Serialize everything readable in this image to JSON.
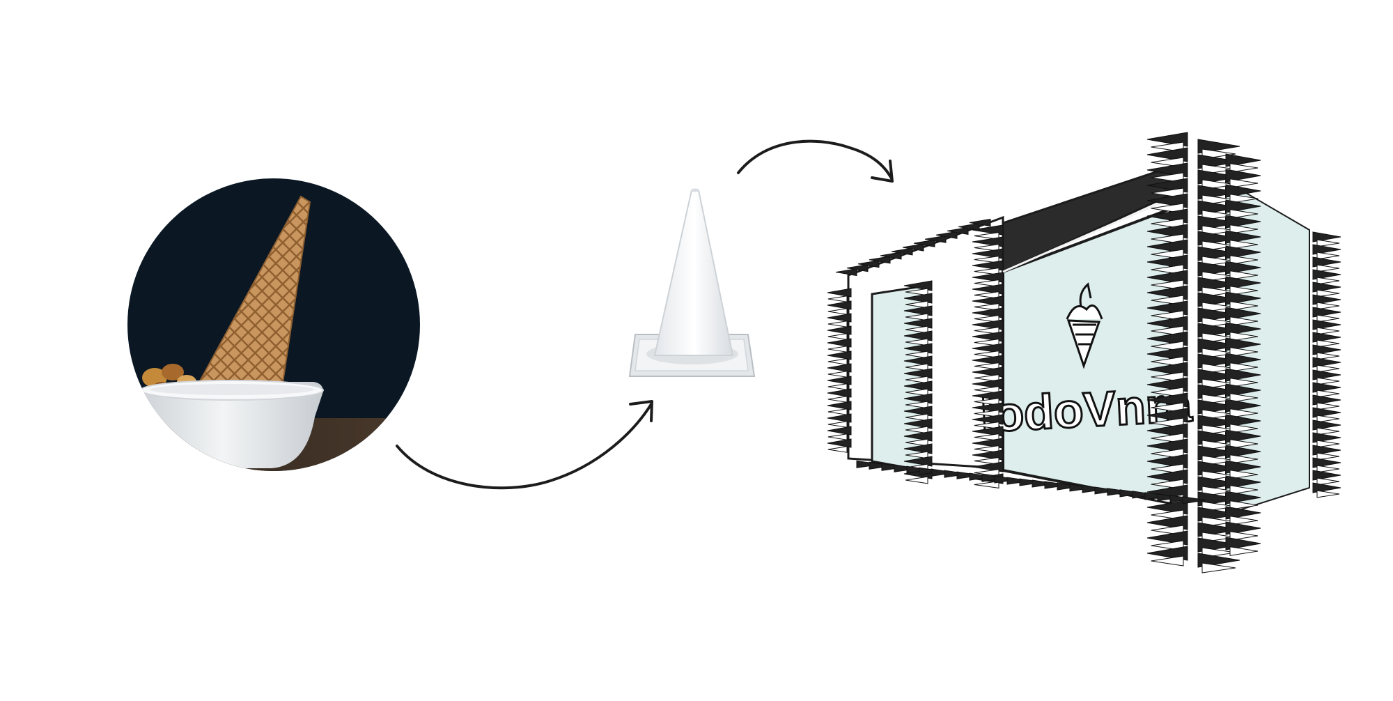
{
  "diagram": {
    "nodes": [
      {
        "id": "icecream",
        "kind": "photo",
        "subject": "ice-cream-cone-upside-down-in-bowl"
      },
      {
        "id": "traffic-cone",
        "kind": "product-image",
        "subject": "white-traffic-cone"
      },
      {
        "id": "storefront",
        "kind": "sketch",
        "subject": "spiked-shop-facade"
      }
    ],
    "edges": [
      {
        "from": "icecream",
        "to": "traffic-cone",
        "icon": "curved-arrow-icon"
      },
      {
        "from": "traffic-cone",
        "to": "storefront",
        "icon": "curved-arrow-icon"
      }
    ]
  },
  "storefront": {
    "sign_text": "lodoVnra"
  },
  "colors": {
    "background": "#ffffff",
    "photo_backdrop": "#0b1824",
    "cone_wafer": "#c9965f",
    "bowl": "#eceef0",
    "glass": "#ddeeed",
    "ink": "#1c1c1c"
  }
}
